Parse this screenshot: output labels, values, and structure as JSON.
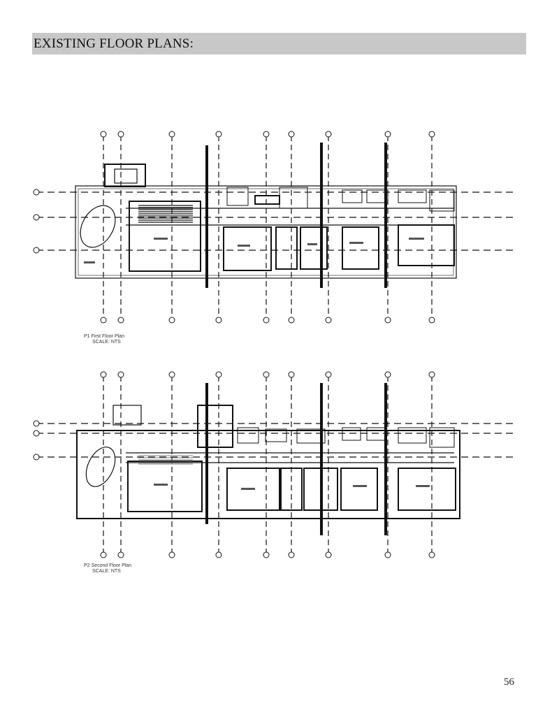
{
  "header": {
    "title": "EXISTING FLOOR PLANS:"
  },
  "plans": [
    {
      "title": "P1 First Floor Plan",
      "scale": "SCALE: NTS"
    },
    {
      "title": "P2 Second Floor Plan",
      "scale": "SCALE: NTS"
    }
  ],
  "page": {
    "number": "56"
  }
}
